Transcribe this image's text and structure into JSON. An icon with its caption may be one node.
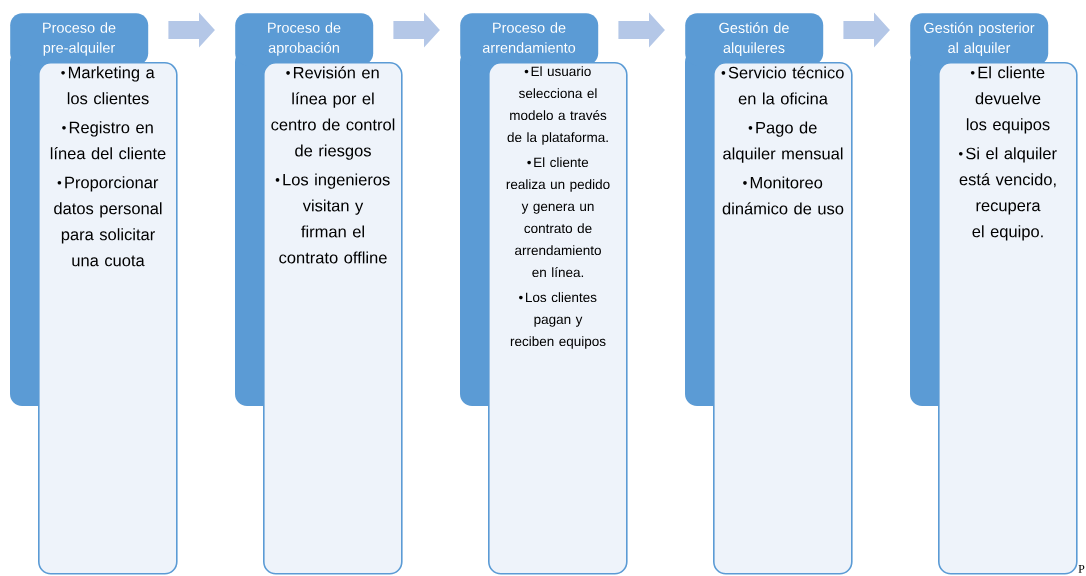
{
  "diagram": {
    "nodes": [
      {
        "text": [
          "Proceso de pre-alquiler"
        ]
      },
      {
        "text": [
          "Marketing a los clientes",
          "Registro en línea del cliente",
          "Proporcionar datos personal para solicitar una cuota"
        ]
      },
      {
        "text": [
          "Proceso de aprobación"
        ]
      },
      {
        "text": [
          "Revisión en línea por el centro de control de riesgos",
          "Los ingenieros visitan y firman el contrato offline"
        ]
      },
      {
        "text": [
          "Proceso de arrendamiento"
        ]
      },
      {
        "text": [
          "El usuario selecciona el modelo a través de la plataforma.",
          "El cliente realiza un pedido y genera un contrato de arrendamiento en línea.",
          "Los clientes pagan y reciben equipos"
        ]
      },
      {
        "text": [
          "Gestión de alquileres"
        ]
      },
      {
        "text": [
          "Servicio técnico en la oficina",
          "Pago de alquiler mensual",
          "Monitoreo dinámico de uso"
        ]
      },
      {
        "text": [
          "Gestión posterior al alquiler"
        ]
      },
      {
        "text": [
          "El cliente devuelve los equipos",
          "Si el alquiler está vencido, recupera el equipo."
        ]
      }
    ],
    "edges": [
      {
        "from": 0,
        "to": 2,
        "arrow": "to"
      },
      {
        "from": 2,
        "to": 4,
        "arrow": "to"
      },
      {
        "from": 4,
        "to": 6,
        "arrow": "to"
      },
      {
        "from": 6,
        "to": 8,
        "arrow": "to"
      }
    ],
    "labels": [
      "P"
    ]
  }
}
